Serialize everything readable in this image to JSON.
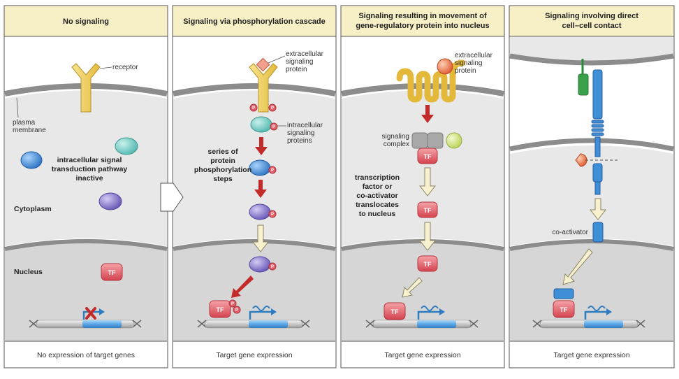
{
  "panels": [
    {
      "title_lines": [
        "No signaling"
      ],
      "footer": "No expression of target genes",
      "labels": {
        "receptor": "receptor",
        "plasma_lines": [
          "plasma",
          "membrane"
        ],
        "inactive_lines": [
          "intracellular signal",
          "transduction pathway",
          "inactive"
        ],
        "cytoplasm": "Cytoplasm",
        "nucleus": "Nucleus",
        "tf": "TF"
      }
    },
    {
      "title_lines": [
        "Signaling via phosphorylation cascade"
      ],
      "footer": "Target gene expression",
      "labels": {
        "ext_lines": [
          "extracellular",
          "signaling",
          "protein"
        ],
        "intra_lines": [
          "intracellular",
          "signaling",
          "proteins"
        ],
        "series_lines": [
          "series of",
          "protein",
          "phosphorylation",
          "steps"
        ],
        "p": "P",
        "tf": "TF"
      }
    },
    {
      "title_lines": [
        "Signaling resulting in movement of",
        "gene-regulatory protein into nucleus"
      ],
      "footer": "Target gene expression",
      "labels": {
        "ext_lines": [
          "extracellular",
          "signaling",
          "protein"
        ],
        "complex_lines": [
          "signaling",
          "complex"
        ],
        "transcription_lines": [
          "transcription",
          "factor or",
          "co-activator",
          "translocates",
          "to nucleus"
        ],
        "tf": "TF"
      }
    },
    {
      "title_lines": [
        "Signaling involving direct",
        "cell–cell contact"
      ],
      "footer": "Target gene expression",
      "labels": {
        "coactivator": "co-activator",
        "tf": "TF"
      }
    }
  ],
  "colors": {
    "header_bg": "#f7efc6",
    "cell_bg": "#e6e6e6",
    "nucleus_bg": "#d7d7d7",
    "membrane": "#8c8c8c",
    "receptor": "#f3d15a",
    "teal": "#7fd1cc",
    "blue": "#3f8fd6",
    "purple": "#8e7ecf",
    "tf_pink": "#e5606a",
    "arrow_red": "#c42a2a",
    "arrow_cream": "#f7f1cf",
    "green": "#3aa04a",
    "yellow_green": "#d7e98a",
    "gene_blue": "#5aa8e6"
  }
}
